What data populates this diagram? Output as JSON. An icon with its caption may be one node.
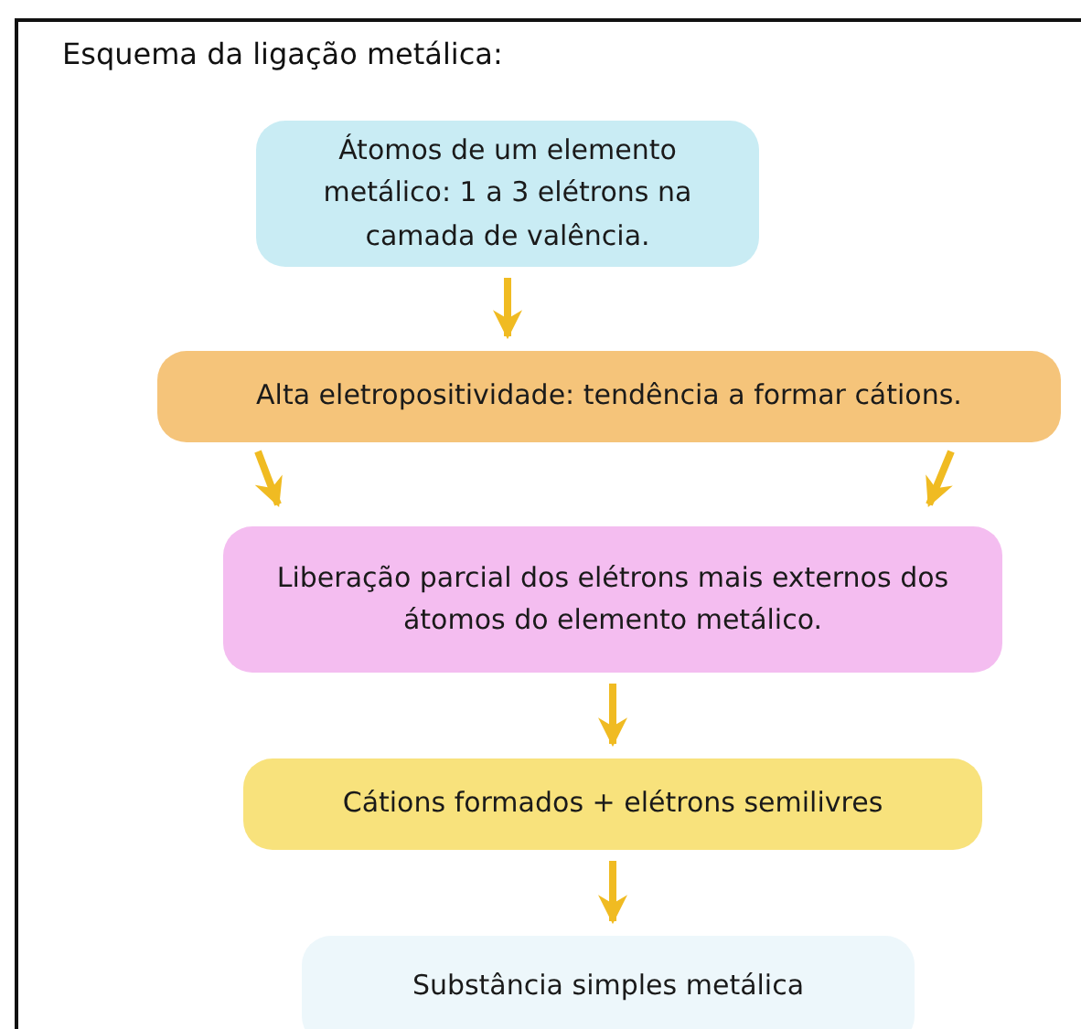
{
  "diagram": {
    "title": "Esquema da ligação metálica:",
    "nodes": [
      {
        "text": [
          "Átomos de um elemento metálico: 1 a 3 elétrons na camada de valência."
        ]
      },
      {
        "text": [
          "Alta eletropositividade: tendência a formar cátions."
        ]
      },
      {
        "text": [
          "Liberação parcial dos elétrons mais externos dos átomos do elemento metálico."
        ]
      },
      {
        "text": [
          "Cátions formados + elétrons semilivres"
        ]
      },
      {
        "text": [
          "Substância simples metálica"
        ]
      }
    ],
    "edges": [
      {
        "from": 0,
        "to": 1,
        "arrow": "to"
      },
      {
        "from": 1,
        "to": 2,
        "arrow": "to"
      },
      {
        "from": 1,
        "to": 2,
        "arrow": "to"
      },
      {
        "from": 2,
        "to": 3,
        "arrow": "to"
      },
      {
        "from": 3,
        "to": 4,
        "arrow": "to"
      }
    ]
  }
}
